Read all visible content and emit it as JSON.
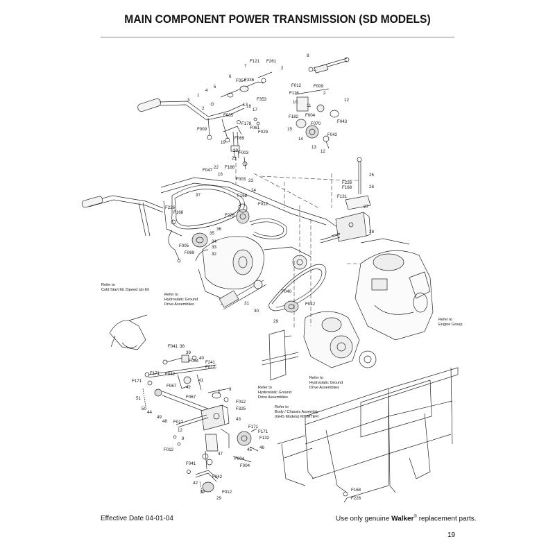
{
  "page": {
    "title": "MAIN COMPONENT POWER TRANSMISSION (SD MODELS)",
    "effective_date": "Effective Date 04-01-04",
    "footer_prefix": "Use only genuine",
    "brand": "Walker",
    "registered_mark": "®",
    "footer_suffix": "replacement parts.",
    "page_number": "19"
  },
  "references": [
    {
      "id": "cold-start",
      "lines": [
        "Refer to",
        "Cold Start Kit /Speed Up Kit"
      ]
    },
    {
      "id": "hydro-1",
      "lines": [
        "Refer to",
        "Hydrostatic Ground",
        "Drive Assemblies"
      ]
    },
    {
      "id": "engine",
      "lines": [
        "Refer to",
        "Engine Group"
      ]
    },
    {
      "id": "hydro-2",
      "lines": [
        "Refer to",
        "Hydrostatic Ground",
        "Drive Assemblies"
      ]
    },
    {
      "id": "hydro-3",
      "lines": [
        "Refer to",
        "Hydrostatic Ground",
        "Drive Assemblies"
      ]
    },
    {
      "id": "chassis",
      "lines": [
        "Refer to",
        "Body / Chassis Assembly",
        "(GHS Models) MT/MTEFI"
      ]
    }
  ],
  "callouts": [
    "1",
    "2",
    "3",
    "4",
    "5",
    "6",
    "7",
    "8",
    "2",
    "F121",
    "F261",
    "F054",
    "F336",
    "F353",
    "F035",
    "F178",
    "F061",
    "F029",
    "17",
    "18",
    "17",
    "F009",
    "19",
    "F069",
    "F116",
    "F012",
    "F009",
    "2",
    "10",
    "11",
    "F004",
    "F182",
    "12",
    "15",
    "F070",
    "14",
    "13",
    "F043",
    "F042",
    "12",
    "20",
    "F003",
    "21",
    "F186",
    "22",
    "16",
    "F003",
    "F047",
    "23",
    "24",
    "F168",
    "2",
    "F012",
    "25",
    "F226",
    "F168",
    "26",
    "F131",
    "27",
    "28",
    "37",
    "F226",
    "F168",
    "F226",
    "36",
    "35",
    "34",
    "F005",
    "33",
    "F069",
    "32",
    "31",
    "F040",
    "30",
    "29",
    "F012",
    "F041",
    "38",
    "39",
    "F054",
    "40",
    "F241",
    "F012",
    "F171",
    "F042",
    "F171",
    "F067",
    "42",
    "41",
    "51",
    "50",
    "44",
    "F067",
    "2",
    "9",
    "F012",
    "F325",
    "49",
    "48",
    "F012",
    "43",
    "F171",
    "F171",
    "F132",
    "46",
    "45",
    "12",
    "9",
    "F012",
    "47",
    "F004",
    "F004",
    "F041",
    "F042",
    "42",
    "39",
    "F012",
    "29",
    "F168",
    "F226"
  ]
}
